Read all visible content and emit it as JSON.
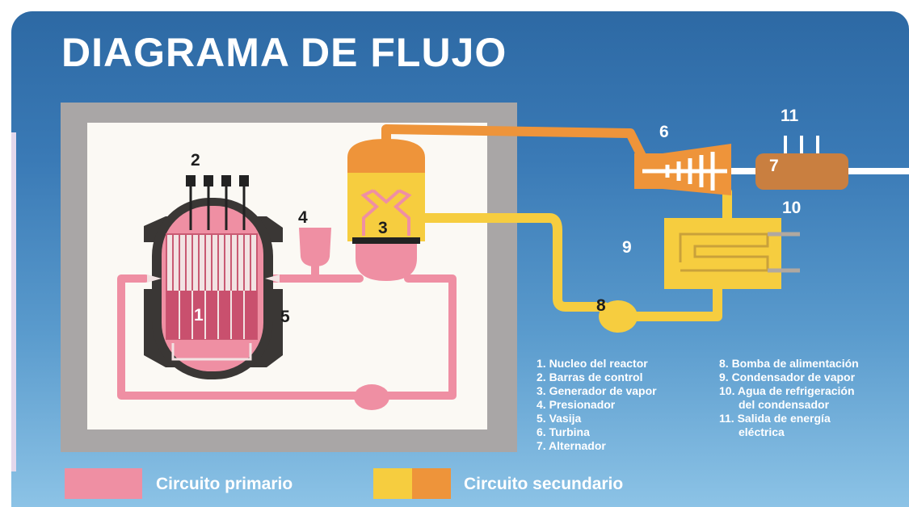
{
  "title": "DIAGRAMA DE FLUJO",
  "colors": {
    "primary": "#ef8fa3",
    "secondary_yellow": "#f6cd3f",
    "secondary_orange": "#ee943a",
    "alternator": "#c97f40",
    "background": "#3a78b4",
    "frame": "#a9a6a6"
  },
  "numbers": {
    "n1": "1",
    "n2": "2",
    "n3": "3",
    "n4": "4",
    "n5": "5",
    "n6": "6",
    "n7": "7",
    "n8": "8",
    "n9": "9",
    "n10": "10",
    "n11": "11"
  },
  "legend": {
    "left": [
      "1. Nucleo del reactor",
      "2. Barras de control",
      "3. Generador de vapor",
      "4. Presionador",
      "5. Vasija",
      "6. Turbina",
      "7. Alternador"
    ],
    "right": [
      "8. Bomba de alimentación",
      "9. Condensador de vapor",
      "10. Agua de refrigeración",
      "del condensador",
      "11. Salida de energía",
      "eléctrica"
    ]
  },
  "circuits": {
    "primary": "Circuito primario",
    "secondary": "Circuito secundario"
  }
}
